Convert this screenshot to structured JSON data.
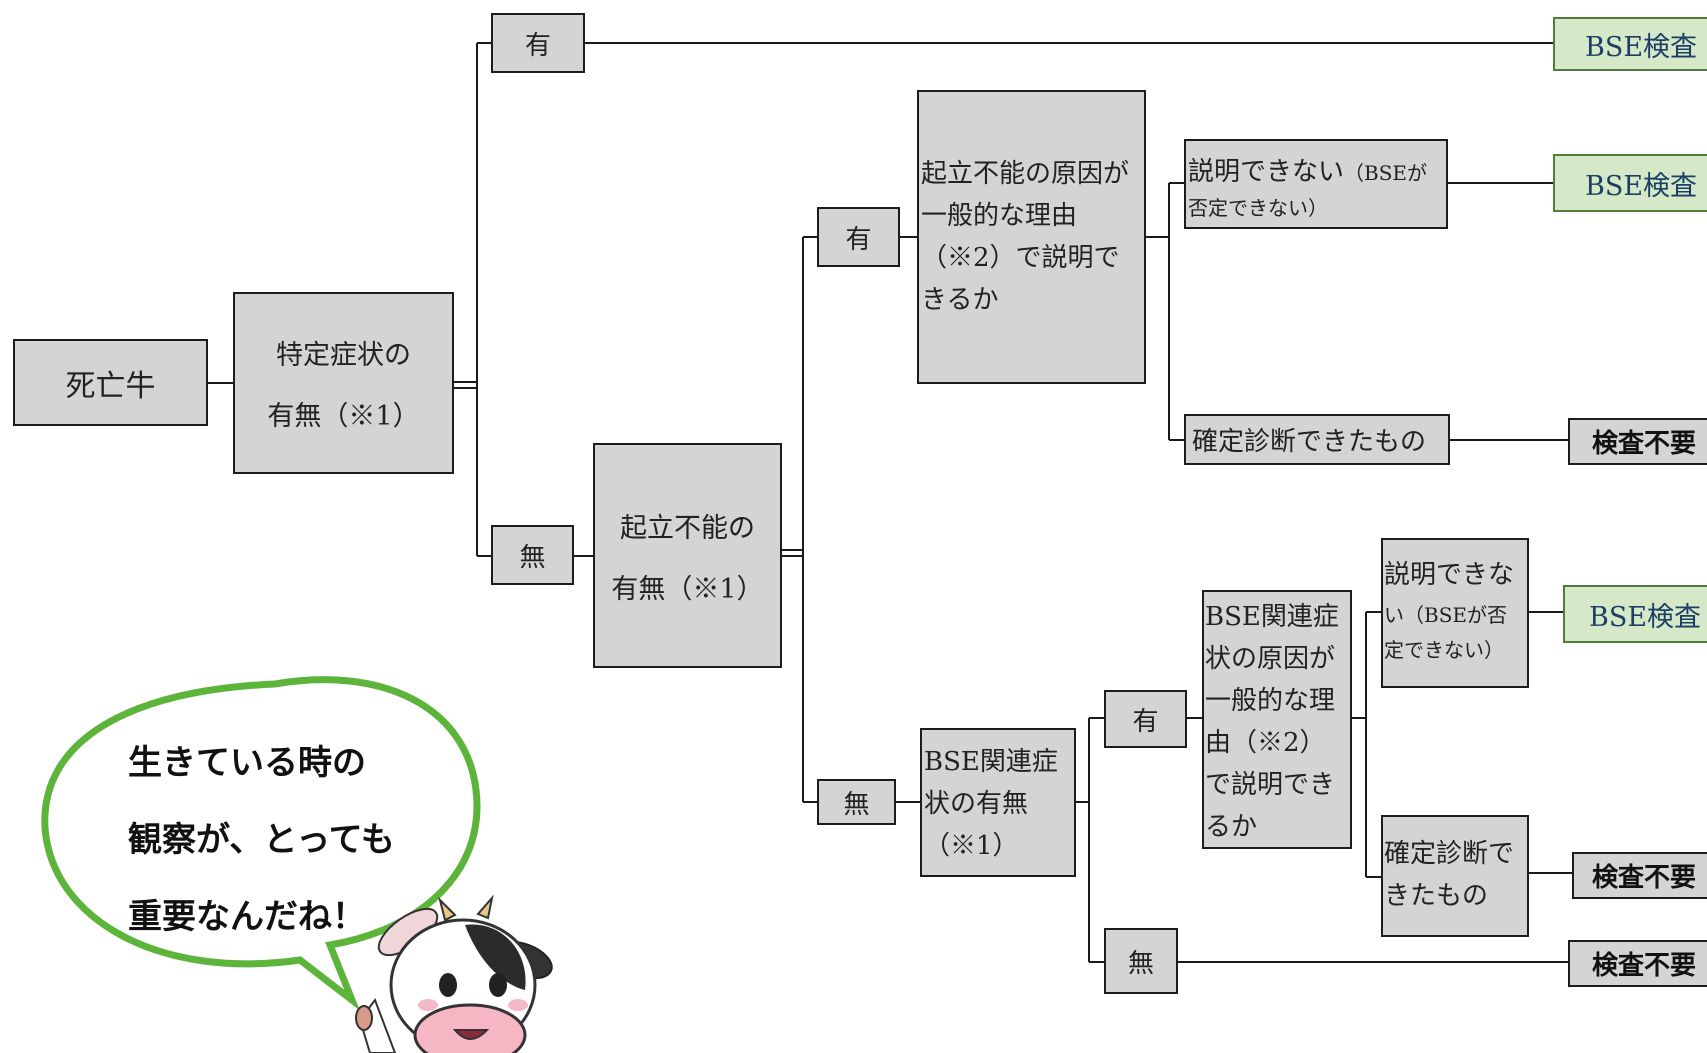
{
  "root": "死亡牛",
  "q1": {
    "line1": "特定症状の",
    "line2": "有無（※1）"
  },
  "q1_yes": "有",
  "q1_no": "無",
  "q2": {
    "line1": "起立不能の",
    "line2": "有無（※1）"
  },
  "q2_yes": "有",
  "q2_no": "無",
  "q3": "起立不能の原因が\n一般的な理由\n（※2）で説明で\nきるか",
  "q3_cannot": {
    "main": "説明できない",
    "sub": "（BSEが",
    "sub2": "否定できない）"
  },
  "q3_diagnosed": "確定診断できたもの",
  "q4": "BSE関連症\n状の有無\n（※1）",
  "q4_yes": "有",
  "q4_no": "無",
  "q5": "BSE関連症\n状の原因が\n一般的な理\n由（※2）\nで説明でき\nるか",
  "q5_cannot": {
    "main": "説明できな",
    "line2": "い（BSEが否",
    "line3": "定できない）"
  },
  "q5_diagnosed": "確定診断で\nきたもの",
  "results": {
    "r1": "BSE検査",
    "r2": "BSE検査",
    "r3": "検査不要",
    "r4": "BSE検査",
    "r5": "検査不要",
    "r6": "検査不要"
  },
  "bubble": {
    "line1": "生きている時の",
    "line2": "観察が、とっても",
    "line3": "重要なんだね！"
  },
  "colors": {
    "box_fill": "#d4d4d4",
    "result_green": "#d5e9c8",
    "result_text": "#1d3f66",
    "bubble_stroke": "#5cb53a"
  }
}
